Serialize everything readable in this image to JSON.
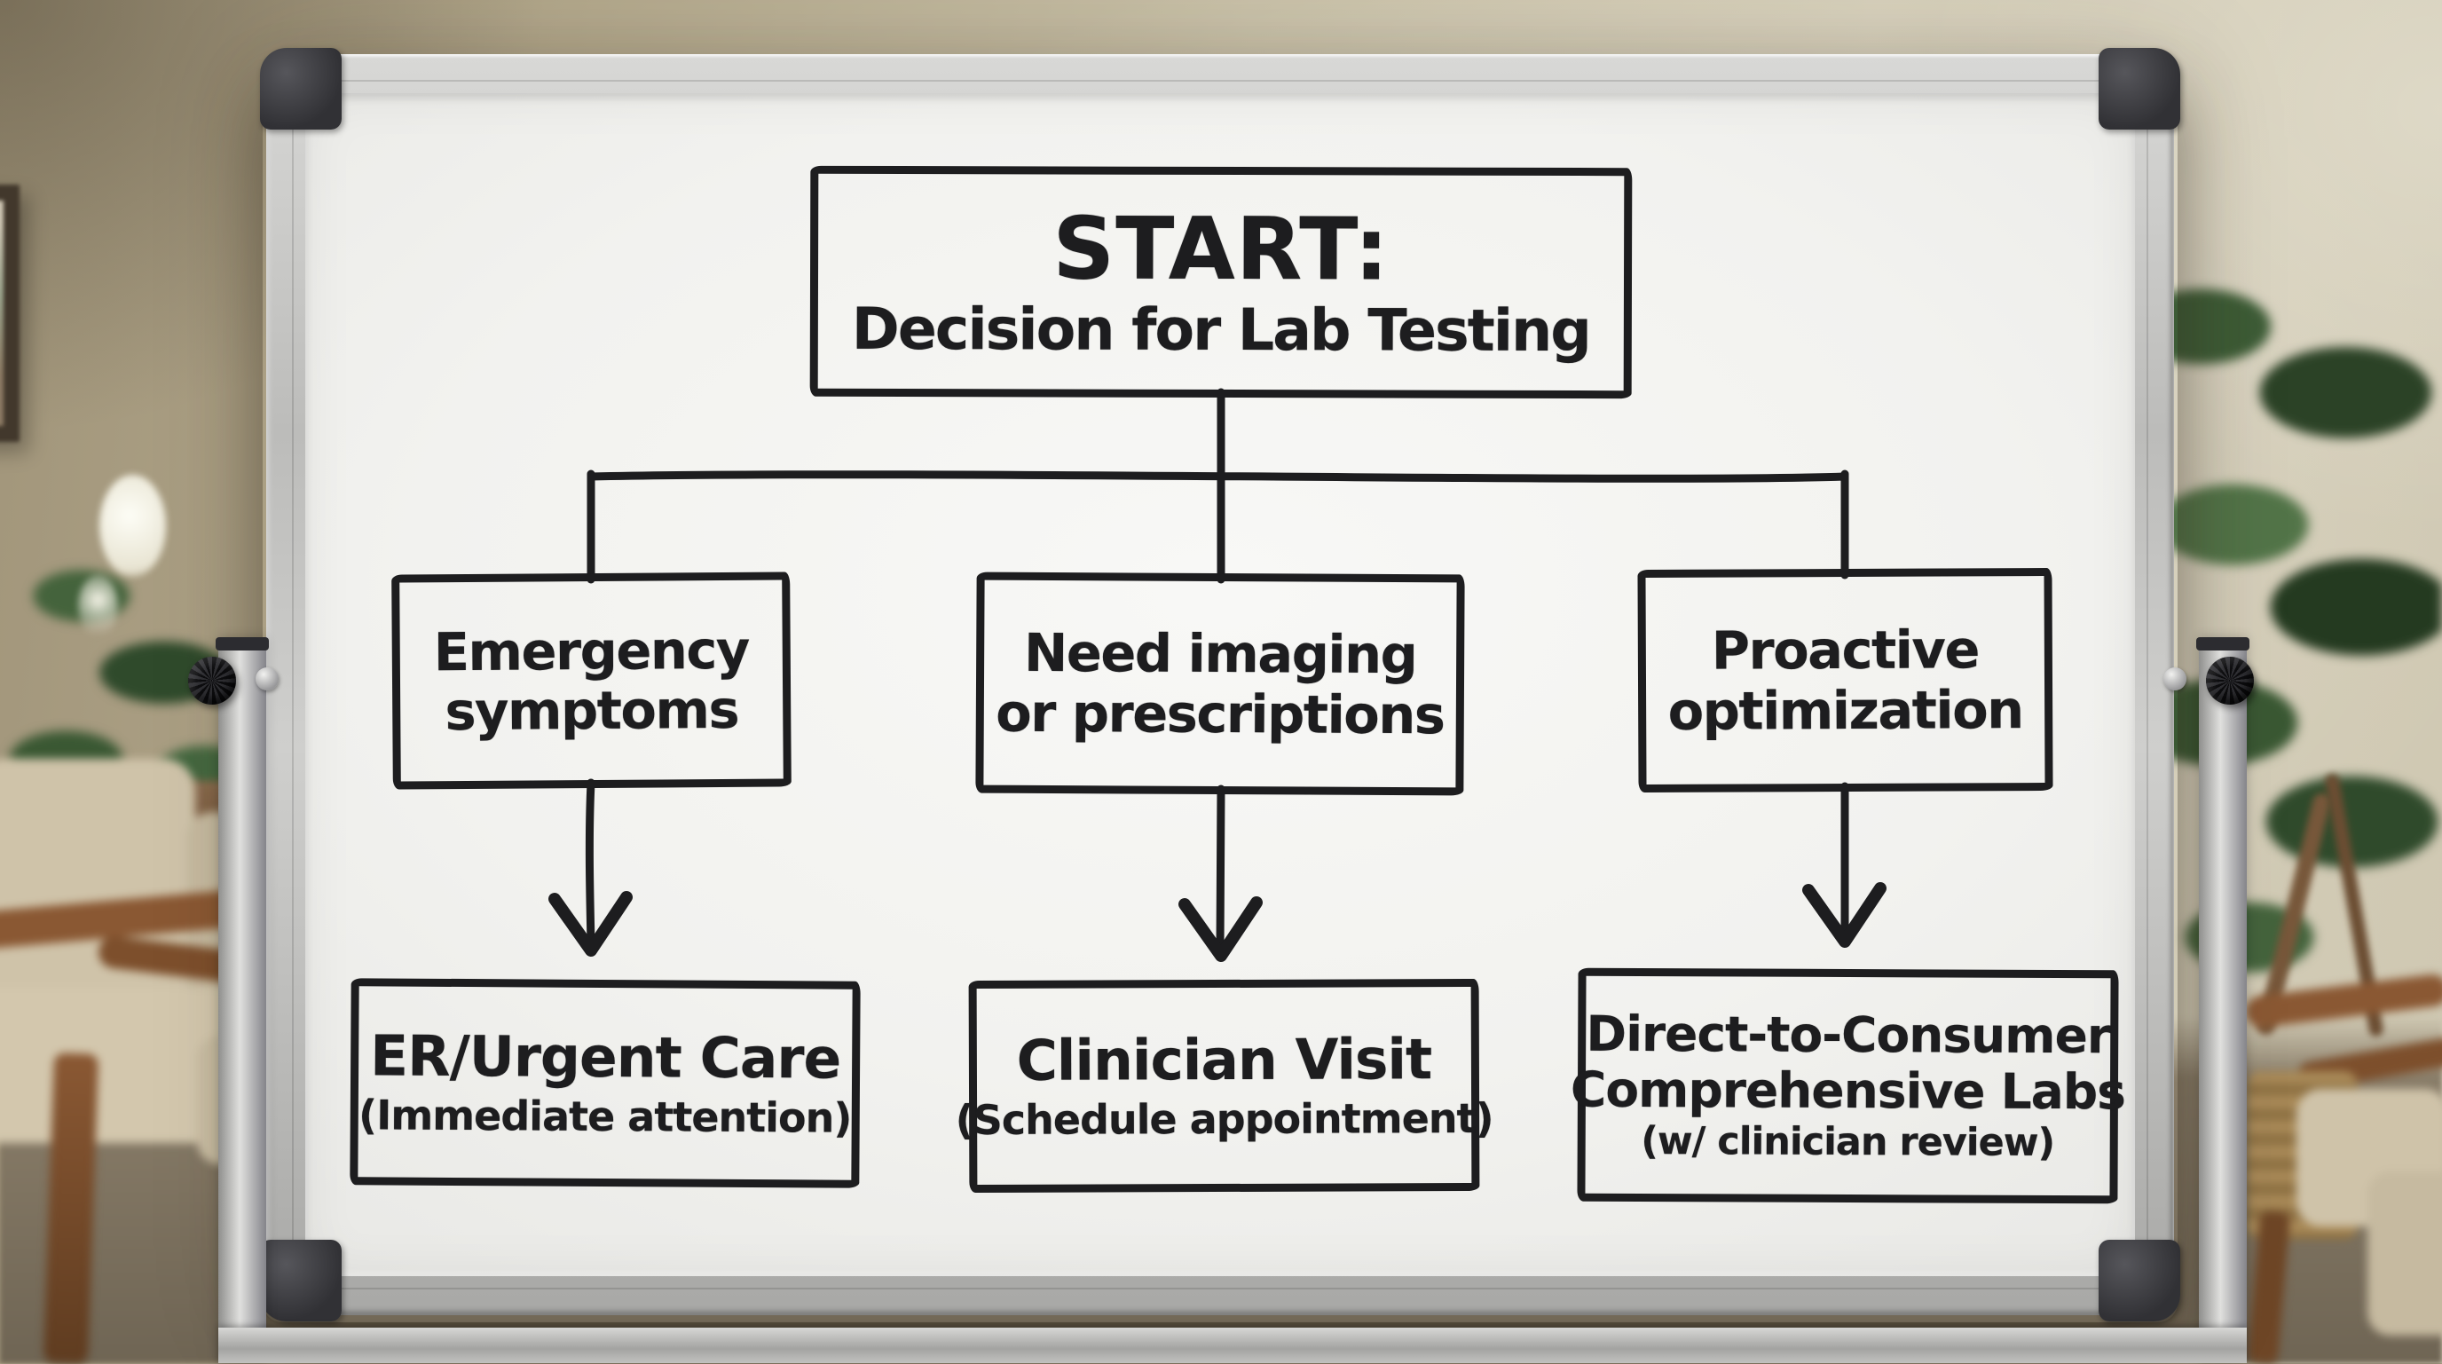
{
  "palette": {
    "marker": "#1d1d1f",
    "board_surface": "#f5f5f2",
    "corner_cap": "#3a3a3e",
    "frame_silver": "#c2c2c0",
    "wall_warm": "#a89a7e",
    "wall_light": "#d8d1bd",
    "carpet": "#8a7e6c",
    "wood": "#8a5833",
    "cushion": "#cfc3a9",
    "foliage": "#3c5a35"
  },
  "diagram": {
    "start": {
      "title": "START:",
      "subtitle": "Decision for Lab Testing"
    },
    "branches": [
      {
        "condition_line1": "Emergency",
        "condition_line2": "symptoms",
        "outcome_title": "ER/Urgent Care",
        "outcome_note": "(Immediate attention)"
      },
      {
        "condition_line1": "Need imaging",
        "condition_line2": "or prescriptions",
        "outcome_title": "Clinician Visit",
        "outcome_note": "(Schedule appointment)"
      },
      {
        "condition_line1": "Proactive",
        "condition_line2": "optimization",
        "outcome_title_line1": "Direct-to-Consumer",
        "outcome_title_line2": "Comprehensive Labs",
        "outcome_note": "(w/ clinician review)"
      }
    ],
    "edges": [
      {
        "from": "start",
        "to": "emergency-symptoms",
        "arrow": false
      },
      {
        "from": "start",
        "to": "need-imaging-or-prescriptions",
        "arrow": false
      },
      {
        "from": "start",
        "to": "proactive-optimization",
        "arrow": false
      },
      {
        "from": "emergency-symptoms",
        "to": "er-urgent-care",
        "arrow": true
      },
      {
        "from": "need-imaging-or-prescriptions",
        "to": "clinician-visit",
        "arrow": true
      },
      {
        "from": "proactive-optimization",
        "to": "direct-to-consumer-comprehensive-labs",
        "arrow": true
      }
    ]
  }
}
